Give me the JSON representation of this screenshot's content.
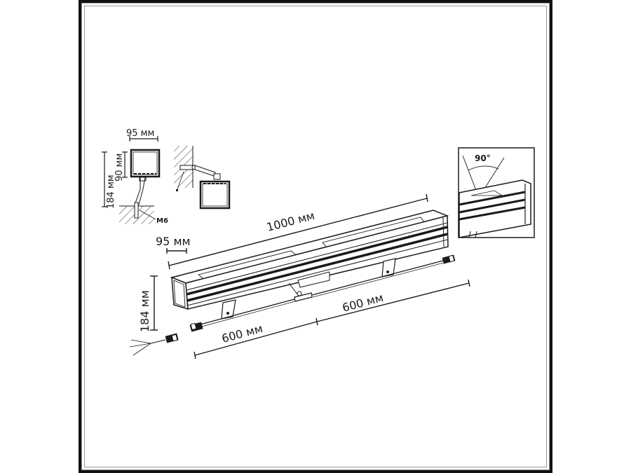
{
  "drawing": {
    "subject": "linear LED wall washer luminaire technical drawing",
    "dimensions": {
      "length": "1000 мм",
      "width_top_view": "95 мм",
      "width_front": "95 мм",
      "height_side": "90 мм",
      "height_total_side": "184 мм",
      "height_total_front": "184 мм",
      "cable_left": "600 мм",
      "cable_right": "600 мм"
    },
    "annotations": {
      "bolt": "M6",
      "beam_angle": "90°"
    },
    "colors": {
      "line": "#1a1a1a",
      "frame": "#111111",
      "frame_inner": "#9a9a9a",
      "background": "#ffffff"
    }
  }
}
